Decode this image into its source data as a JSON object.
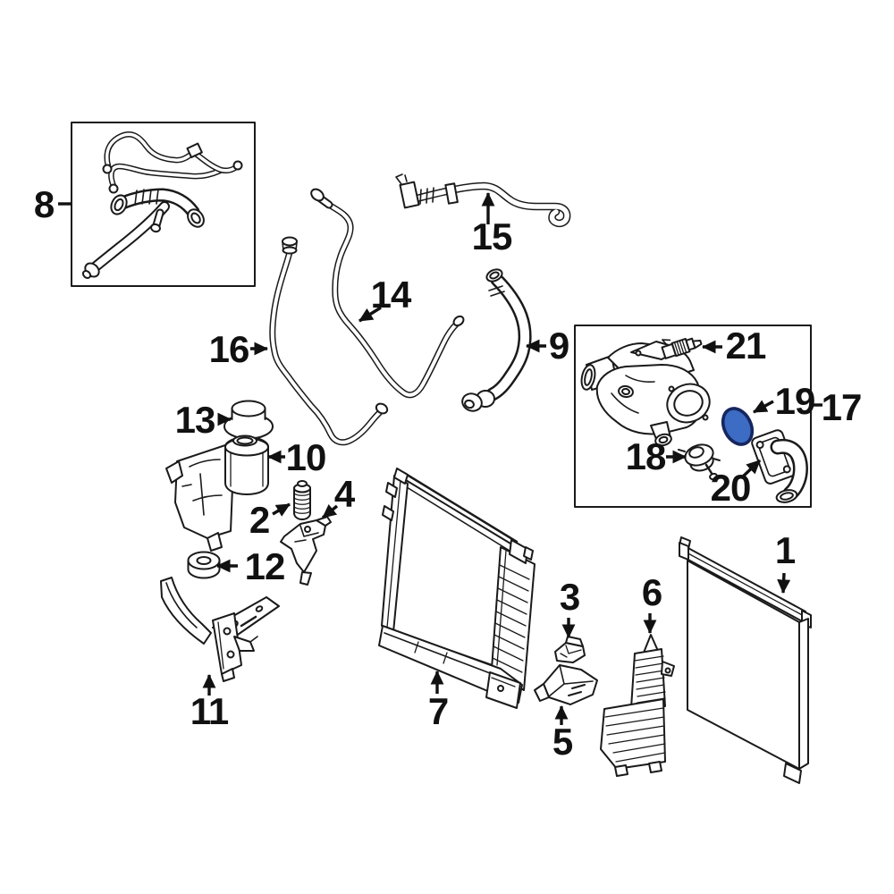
{
  "diagram": {
    "background_color": "#ffffff",
    "line_color": "#1a1a1a",
    "label_color": "#111111",
    "highlight": {
      "part": "19",
      "fill": "#3c6cc4",
      "stroke": "#16265e"
    },
    "boxed_groups": [
      "8",
      "17"
    ],
    "callouts": [
      {
        "num": "1"
      },
      {
        "num": "2"
      },
      {
        "num": "3"
      },
      {
        "num": "4"
      },
      {
        "num": "5"
      },
      {
        "num": "6"
      },
      {
        "num": "7"
      },
      {
        "num": "8"
      },
      {
        "num": "9"
      },
      {
        "num": "10"
      },
      {
        "num": "11"
      },
      {
        "num": "12"
      },
      {
        "num": "13"
      },
      {
        "num": "14"
      },
      {
        "num": "15"
      },
      {
        "num": "16"
      },
      {
        "num": "17"
      },
      {
        "num": "18"
      },
      {
        "num": "19"
      },
      {
        "num": "20"
      },
      {
        "num": "21"
      }
    ]
  }
}
